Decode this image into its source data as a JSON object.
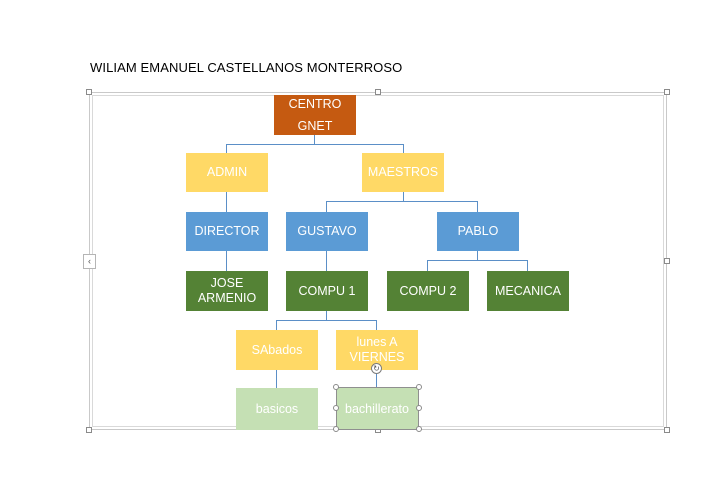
{
  "title": "WILIAM EMANUEL CASTELLANOS MONTERROSO",
  "collapse_glyph": "‹",
  "rotate_glyph": "↻",
  "colors": {
    "orange": "#c55a11",
    "yellow": "#ffd966",
    "blue": "#5b9bd5",
    "green": "#548235",
    "light_green": "#c5e0b4",
    "connector": "#5b8fc7"
  },
  "org_chart": {
    "root": {
      "line1": "CENTRO",
      "line2": "GNET"
    },
    "level1": {
      "admin": "ADMIN",
      "maestros": "MAESTROS"
    },
    "level2": {
      "director": "DIRECTOR",
      "gustavo": "GUSTAVO",
      "pablo": "PABLO"
    },
    "level3": {
      "jose_line1": "JOSE",
      "jose_line2": "ARMENIO",
      "compu1": "COMPU 1",
      "compu2": "COMPU 2",
      "mecanica": "MECANICA"
    },
    "level4": {
      "sabados": "SAbados",
      "lunes_line1": "lunes A",
      "lunes_line2": "VIERNES"
    },
    "level5": {
      "basicos": "basicos",
      "bachillerato": "bachillerato"
    }
  }
}
